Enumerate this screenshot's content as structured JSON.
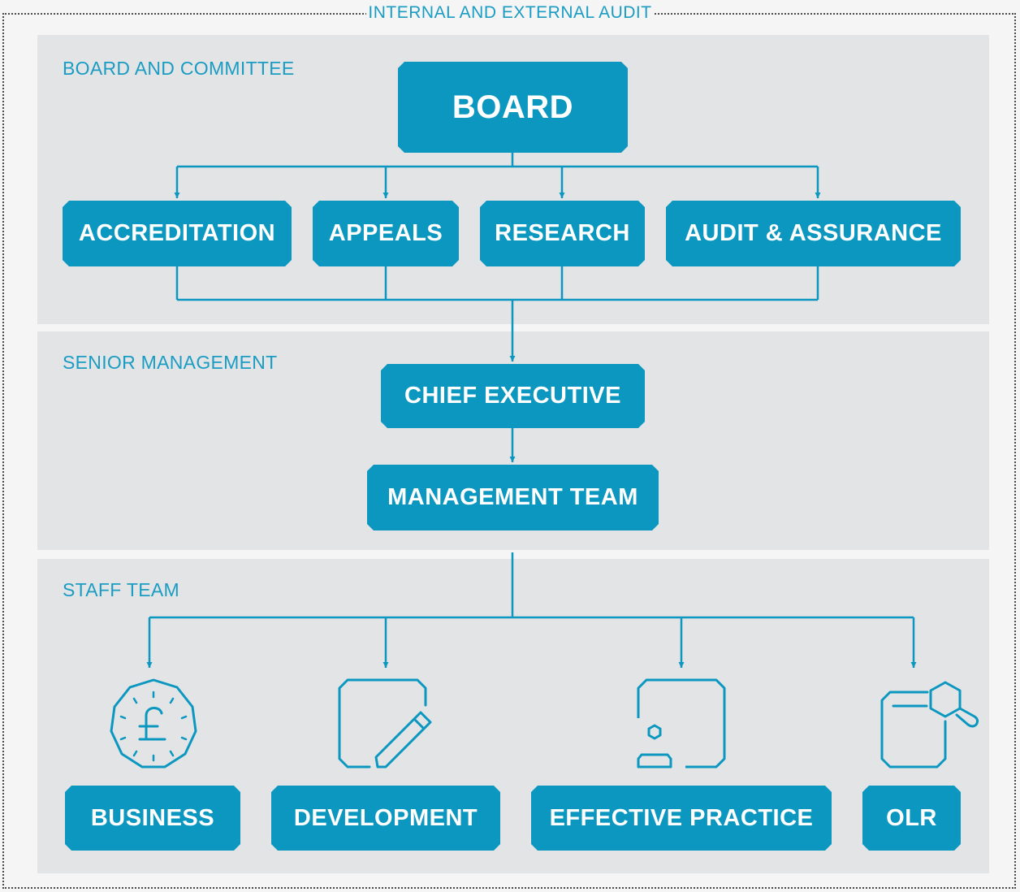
{
  "frame": {
    "title": "INTERNAL AND EXTERNAL AUDIT"
  },
  "bands": {
    "board": {
      "label": "BOARD AND COMMITTEE"
    },
    "senior": {
      "label": "SENIOR MANAGEMENT"
    },
    "staff": {
      "label": "STAFF TEAM"
    }
  },
  "nodes": {
    "board": "BOARD",
    "committees": [
      "ACCREDITATION",
      "APPEALS",
      "RESEARCH",
      "AUDIT & ASSURANCE"
    ],
    "chief_executive": "CHIEF EXECUTIVE",
    "management_team": "MANAGEMENT TEAM",
    "teams": [
      {
        "label": "BUSINESS",
        "icon": "pound-coin-icon"
      },
      {
        "label": "DEVELOPMENT",
        "icon": "pencil-notepad-icon"
      },
      {
        "label": "EFFECTIVE PRACTICE",
        "icon": "person-frame-icon"
      },
      {
        "label": "OLR",
        "icon": "magnifier-hexagon-icon"
      }
    ]
  },
  "colors": {
    "accent": "#0b97bf",
    "label_text": "#1a9cc3",
    "band_background": "#e3e4e6",
    "page_background": "#f5f5f5"
  }
}
